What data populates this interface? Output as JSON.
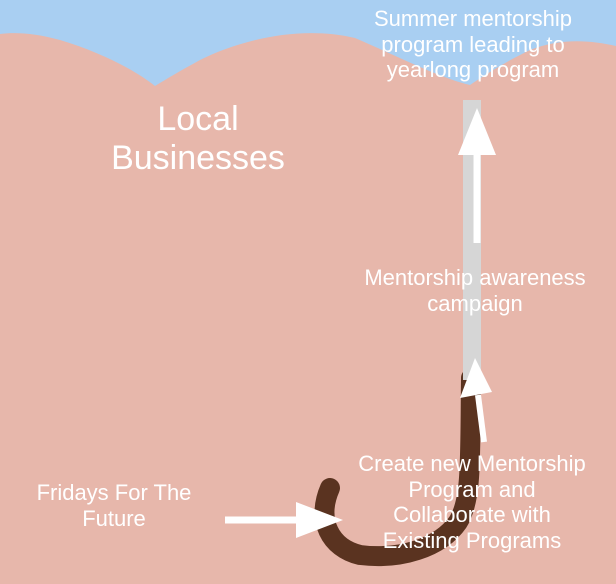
{
  "diagram": {
    "colors": {
      "background": "#e7b7ab",
      "sky": "#a9cff2",
      "path_brown": "#5a3320",
      "path_gray": "#d6d6d6",
      "arrow": "#ffffff",
      "text": "#ffffff"
    },
    "nodes": {
      "summer": [
        "Summer mentorship",
        "program leading to",
        "yearlong program"
      ],
      "local": [
        "Local",
        "Businesses"
      ],
      "awareness": [
        "Mentorship awareness",
        "campaign"
      ],
      "create": [
        "Create new Mentorship",
        "Program and",
        "Collaborate with",
        "Existing Programs"
      ],
      "fridays": [
        "Fridays For The",
        "Future"
      ]
    }
  }
}
